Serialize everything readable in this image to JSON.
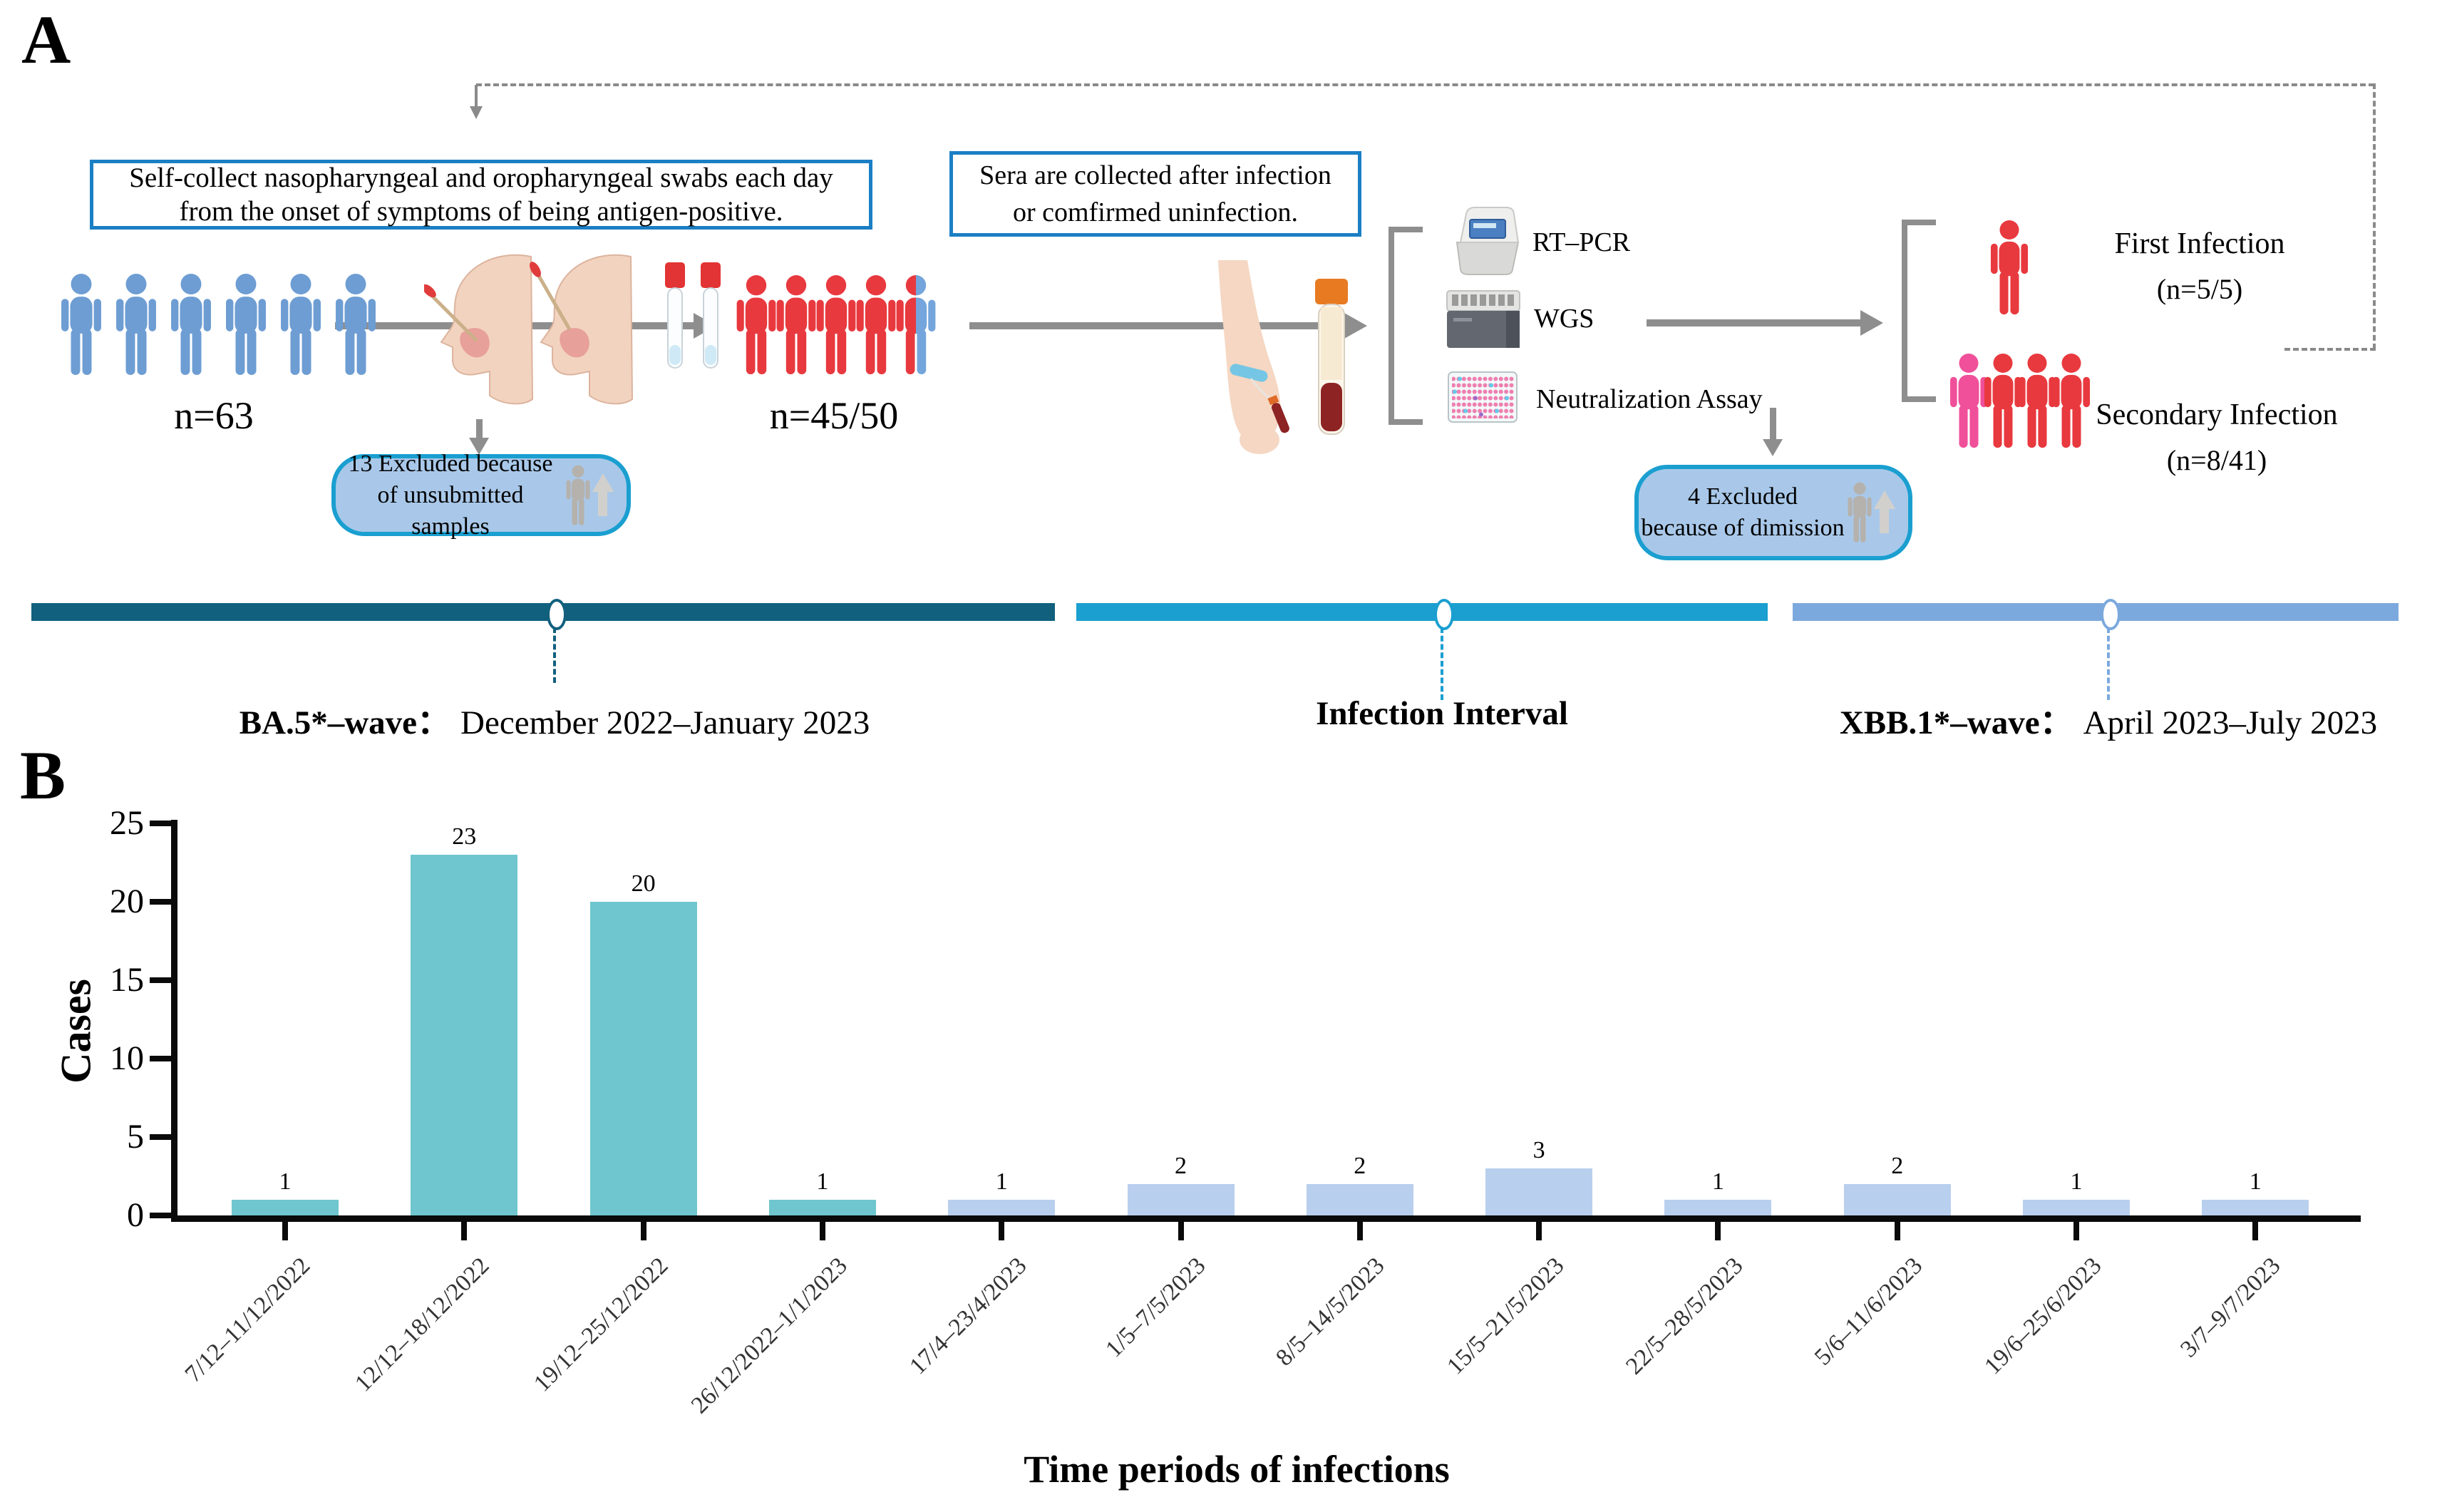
{
  "panel_a": {
    "label": "A",
    "swab_box": {
      "line1": "Self-collect nasopharyngeal and oropharyngeal swabs each day",
      "line2": "from the onset of symptoms of being antigen-positive."
    },
    "sera_box": {
      "line1": "Sera are collected after infection",
      "line2": "or comfirmed uninfection."
    },
    "cohort_initial": {
      "n_label": "n=63"
    },
    "cohort_positive": {
      "n_label": "n=45/50"
    },
    "excluded_box_1": {
      "line1": "13 Excluded because",
      "line2": "of unsubmitted samples"
    },
    "excluded_box_2": {
      "line1": "4 Excluded",
      "line2": "because of dimission"
    },
    "assays": {
      "rt_pcr": "RT–PCR",
      "wgs": "WGS",
      "neutralization": "Neutralization Assay"
    },
    "outcomes": {
      "first": {
        "title": "First Infection",
        "n": "(n=5/5)"
      },
      "secondary": {
        "title": "Secondary Infection",
        "n": "(n=8/41)"
      }
    },
    "timeline": {
      "waves": [
        {
          "bold": "BA.5*–wave：",
          "rest": "December 2022–January 2023",
          "color": "#11607e"
        },
        {
          "bold": "Infection Interval",
          "rest": "",
          "color": "#1a9fd0"
        },
        {
          "bold": "XBB.1*–wave：",
          "rest": "April 2023–July 2023",
          "color": "#7ca9dd"
        }
      ]
    }
  },
  "panel_b": {
    "label": "B"
  },
  "chart_data": {
    "type": "bar",
    "title": "",
    "xlabel": "Time periods of infections",
    "ylabel": "Cases",
    "ylim": [
      0,
      25
    ],
    "yticks": [
      0,
      5,
      10,
      15,
      20,
      25
    ],
    "grid": false,
    "legend": null,
    "categories": [
      "7/12–11/12/2022",
      "12/12–18/12/2022",
      "19/12–25/12/2022",
      "26/12/2022–1/1/2023",
      "17/4–23/4/2023",
      "1/5–7/5/2023",
      "8/5–14/5/2023",
      "15/5–21/5/2023",
      "22/5–28/5/2023",
      "5/6–11/6/2023",
      "19/6–25/6/2023",
      "3/7–9/7/2023"
    ],
    "values": [
      1,
      23,
      20,
      1,
      1,
      2,
      2,
      3,
      1,
      2,
      1,
      1
    ],
    "bar_colors": [
      "#6fc6ce",
      "#6fc6ce",
      "#6fc6ce",
      "#6fc6ce",
      "#b9cfee",
      "#b9cfee",
      "#b9cfee",
      "#b9cfee",
      "#b9cfee",
      "#b9cfee",
      "#b9cfee",
      "#b9cfee"
    ]
  },
  "colors": {
    "person_blue": "#6d9dd3",
    "person_red": "#e8393f",
    "person_pink": "#f0509a",
    "person_gray": "#b5b2ae",
    "wave_ba5": "#11607e",
    "wave_interval": "#1a9fd0",
    "wave_xbb": "#7ca9dd",
    "box_border_blue": "#1b7fc4",
    "excl_border": "#1a9fd0",
    "excl_fill": "#a9c8e9",
    "arrow_gray": "#8e8e8e",
    "bar_teal": "#6fc6ce",
    "bar_lightblue": "#b9cfee"
  }
}
